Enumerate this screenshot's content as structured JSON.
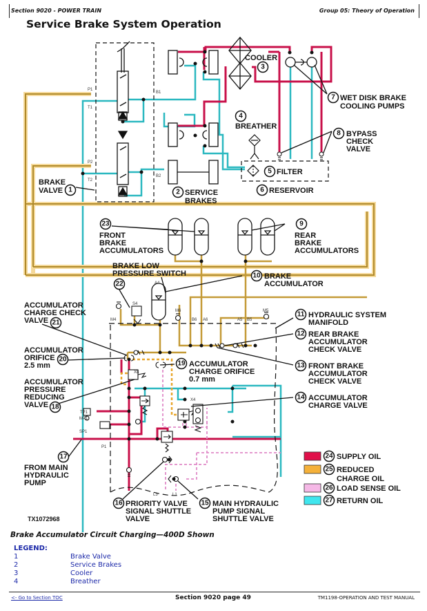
{
  "header": {
    "section": "Section 9020 - POWER TRAIN",
    "group": "Group 05: Theory of Operation"
  },
  "page_title": "Service Brake System Operation",
  "colors": {
    "supply_oil": "#c8104a",
    "reduced_charge_oil": "#e8a62a",
    "load_sense_oil": "#f0a8dc",
    "return_oil": "#2ab8c0"
  },
  "diagram": {
    "figure_id": "TX1072968",
    "ports": {
      "p1": "P1",
      "t1": "T1",
      "p2": "P2",
      "t2": "T2",
      "b1": "B1",
      "b2": "B2",
      "a4": "A4",
      "s4": "S4",
      "m4": "M4",
      "m6": "M6",
      "b6": "B6",
      "a6": "A6",
      "a5": "A5",
      "b5": "B5",
      "m5": "M5",
      "x8": "X8",
      "x4": "X4",
      "tp1": "TP1",
      "mp1": "MP1",
      "sp1": "SP1",
      "p1b": "P1",
      "l3": "L3",
      "l1": "L1"
    },
    "callouts": [
      {
        "num": "1",
        "lines": [
          "BRAKE",
          "VALVE"
        ]
      },
      {
        "num": "2",
        "lines": [
          "SERVICE",
          "BRAKES"
        ]
      },
      {
        "num": "3",
        "lines": [
          "COOLER"
        ]
      },
      {
        "num": "4",
        "lines": [
          "BREATHER"
        ]
      },
      {
        "num": "5",
        "lines": [
          "FILTER"
        ]
      },
      {
        "num": "6",
        "lines": [
          "RESERVOIR"
        ]
      },
      {
        "num": "7",
        "lines": [
          "WET DISK BRAKE",
          "COOLING PUMPS"
        ]
      },
      {
        "num": "8",
        "lines": [
          "BYPASS",
          "CHECK",
          "VALVE"
        ]
      },
      {
        "num": "9",
        "lines": [
          "REAR",
          "BRAKE",
          "ACCUMULATORS"
        ]
      },
      {
        "num": "10",
        "lines": [
          "BRAKE",
          "ACCUMULATOR"
        ]
      },
      {
        "num": "11",
        "lines": [
          "HYDRAULIC SYSTEM",
          "MANIFOLD"
        ]
      },
      {
        "num": "12",
        "lines": [
          "REAR BRAKE",
          "ACCUMULATOR",
          "CHECK VALVE"
        ]
      },
      {
        "num": "13",
        "lines": [
          "FRONT BRAKE",
          "ACCUMULATOR",
          "CHECK VALVE"
        ]
      },
      {
        "num": "14",
        "lines": [
          "ACCUMULATOR",
          "CHARGE VALVE"
        ]
      },
      {
        "num": "15",
        "lines": [
          "MAIN HYDRAULIC",
          "PUMP SIGNAL",
          "SHUTTLE VALVE"
        ]
      },
      {
        "num": "16",
        "lines": [
          "PRIORITY VALVE",
          "SIGNAL SHUTTLE",
          "VALVE"
        ]
      },
      {
        "num": "17",
        "lines": [
          "FROM MAIN",
          "HYDRAULIC",
          "PUMP"
        ]
      },
      {
        "num": "18",
        "lines": [
          "ACCUMULATOR",
          "PRESSURE",
          "REDUCING",
          "VALVE"
        ]
      },
      {
        "num": "19",
        "lines": [
          "ACCUMULATOR",
          "CHARGE ORIFICE",
          "0.7 mm"
        ]
      },
      {
        "num": "20",
        "lines": [
          "ACCUMULATOR",
          "ORIFICE",
          "2.5 mm"
        ]
      },
      {
        "num": "21",
        "lines": [
          "ACCUMULATOR",
          "CHARGE CHECK",
          "VALVE"
        ]
      },
      {
        "num": "22",
        "lines": [
          "BRAKE LOW",
          "PRESSURE SWITCH"
        ]
      },
      {
        "num": "23",
        "lines": [
          "FRONT",
          "BRAKE",
          "ACCUMULATORS"
        ]
      }
    ],
    "color_key": [
      {
        "num": "24",
        "label": "SUPPLY OIL",
        "color": "#c8104a"
      },
      {
        "num": "25",
        "label": "REDUCED",
        "label2": "CHARGE OIL",
        "color": "#e8a62a"
      },
      {
        "num": "26",
        "label": "LOAD SENSE OIL",
        "color": "#f0a8dc"
      },
      {
        "num": "27",
        "label": "RETURN OIL",
        "color": "#2ab8c0"
      }
    ]
  },
  "caption": "Brake Accumulator Circuit Charging—400D Shown",
  "legend": {
    "title": "LEGEND:",
    "items": [
      {
        "num": "1",
        "label": "Brake Valve"
      },
      {
        "num": "2",
        "label": "Service Brakes"
      },
      {
        "num": "3",
        "label": "Cooler"
      },
      {
        "num": "4",
        "label": "Breather"
      }
    ]
  },
  "footer": {
    "toc_link": "<- Go to Section TOC",
    "page": "Section 9020 page 49",
    "manual": "TM1198-OPERATION AND TEST MANUAL"
  }
}
